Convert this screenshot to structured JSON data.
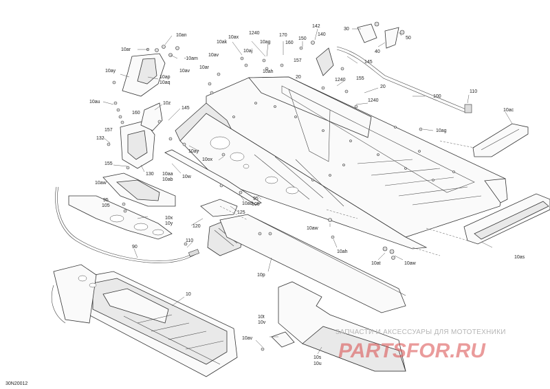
{
  "diagram": {
    "code": "30N20012",
    "watermark": {
      "line1": "ЗАПЧАСТИ И АКСЕССУАРЫ ДЛЯ МОТОТЕХНИКИ",
      "line2": "PARTSFOR.RU"
    },
    "callouts": [
      "10an",
      "10ar",
      "-10am",
      "10ay",
      "10ap",
      "10aq",
      "10au",
      "10z",
      "160",
      "157",
      "145",
      "132",
      "155",
      "130",
      "10aa",
      "10ab",
      "10aw",
      "95",
      "105",
      "10x",
      "10y",
      "90",
      "110",
      "120",
      "10w",
      "10av",
      "10ak",
      "10av",
      "10ar",
      "10ax",
      "10aj",
      "1240",
      "10ag",
      "170",
      "160",
      "10ah",
      "150",
      "157",
      "142",
      "140",
      "30",
      "40",
      "50",
      "145",
      "1240",
      "20",
      "155",
      "20",
      "1240",
      "100",
      "110",
      "10ac",
      "10ag",
      "10ay",
      "10ox",
      "10ad",
      "125",
      "95",
      "105",
      "10aw",
      "10ah",
      "10p",
      "10at",
      "10aw",
      "10as",
      "10",
      "10t",
      "10v",
      "10av",
      "10s",
      "10u"
    ]
  }
}
